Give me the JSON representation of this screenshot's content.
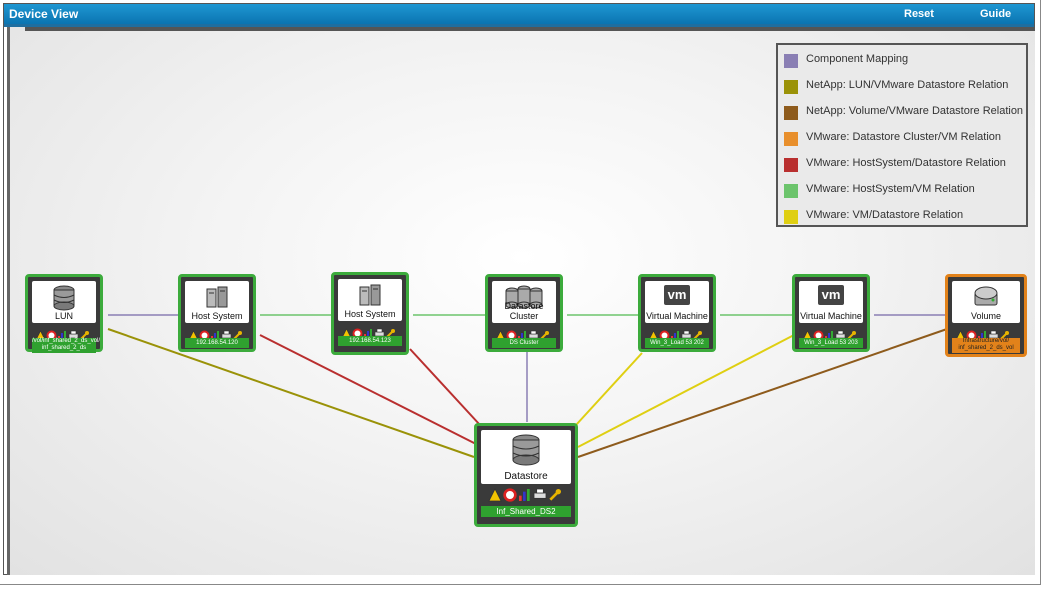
{
  "window": {
    "title": "Device View",
    "reset_label": "Reset",
    "guide_label": "Guide"
  },
  "legend": {
    "items": [
      {
        "label": "Component Mapping",
        "color": "#8a7fb4"
      },
      {
        "label": "NetApp: LUN/VMware Datastore Relation",
        "color": "#9a9208"
      },
      {
        "label": "NetApp: Volume/VMware Datastore Relation",
        "color": "#8e5b1c"
      },
      {
        "label": "VMware: Datastore Cluster/VM Relation",
        "color": "#e88f2c"
      },
      {
        "label": "VMware: HostSystem/Datastore Relation",
        "color": "#b92f2f"
      },
      {
        "label": "VMware: HostSystem/VM Relation",
        "color": "#6cc46c"
      },
      {
        "label": "VMware: VM/Datastore Relation",
        "color": "#dfcf12"
      }
    ]
  },
  "node_status_icons": [
    "warning-icon",
    "lifebuoy-icon",
    "bar-chart-icon",
    "printer-icon",
    "wrench-icon"
  ],
  "nodes": {
    "lun": {
      "label": "LUN",
      "name": "/vol/inf_shared_2_ds_vol/ inf_shared_2_ds",
      "icon": "database-icon"
    },
    "host1": {
      "label": "Host System",
      "name": "192.168.54.120",
      "icon": "server-icon"
    },
    "host2": {
      "label": "Host System",
      "name": "192.168.54.123",
      "icon": "server-icon"
    },
    "dscluster": {
      "label": "Datastore Cluster",
      "name": "DS Cluster",
      "icon": "database-cluster-icon"
    },
    "vm1": {
      "label": "Virtual Machine",
      "name": "Win_3_Load 53 202",
      "icon": "vm-icon",
      "badge": "vm"
    },
    "vm2": {
      "label": "Virtual Machine",
      "name": "Win_3_Load 53 203",
      "icon": "vm-icon",
      "badge": "vm"
    },
    "volume": {
      "label": "Volume",
      "name": "Infrastructure/vol/ inf_shared_2_ds_vol",
      "icon": "drive-icon"
    },
    "datastore": {
      "label": "Datastore",
      "name": "Inf_Shared_DS2",
      "icon": "database-icon"
    }
  }
}
